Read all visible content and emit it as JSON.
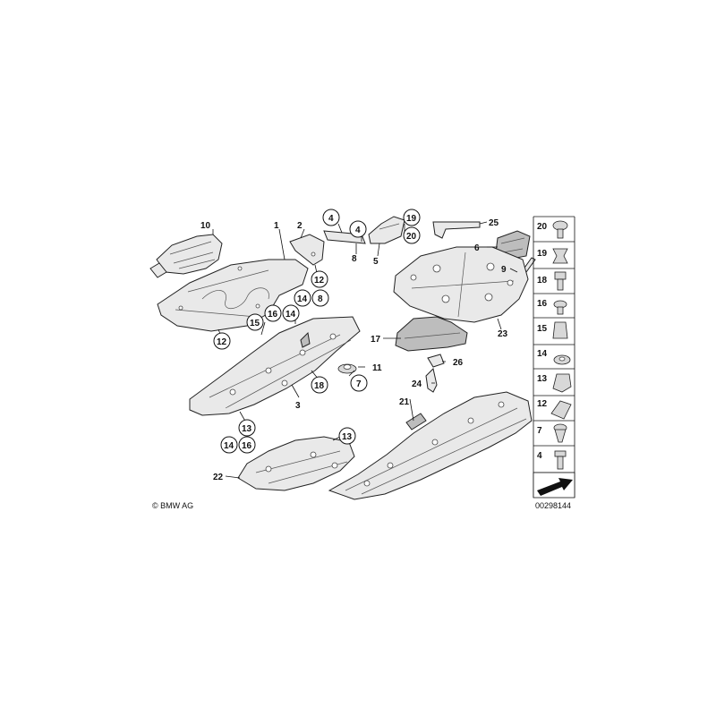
{
  "callouts": {
    "c10": "10",
    "c1": "1",
    "c2": "2",
    "c4a": "4",
    "c4b": "4",
    "c19": "19",
    "c20": "20",
    "c25": "25",
    "c6": "6",
    "c9": "9",
    "c8a": "8",
    "c5": "5",
    "c12a": "12",
    "c14a": "14",
    "c8b": "8",
    "c15": "15",
    "c16a": "16",
    "c14b": "14",
    "c12b": "12",
    "c17": "17",
    "c23": "23",
    "c11": "11",
    "c7": "7",
    "c18": "18",
    "c26": "26",
    "c24": "24",
    "c3": "3",
    "c21": "21",
    "c13a": "13",
    "c14c": "14",
    "c16b": "16",
    "c13b": "13",
    "c22": "22"
  },
  "legend": [
    "20",
    "19",
    "18",
    "16",
    "15",
    "14",
    "13",
    "12",
    "7",
    "4"
  ],
  "copyright": "© BMW AG",
  "diagram_id": "00298144"
}
